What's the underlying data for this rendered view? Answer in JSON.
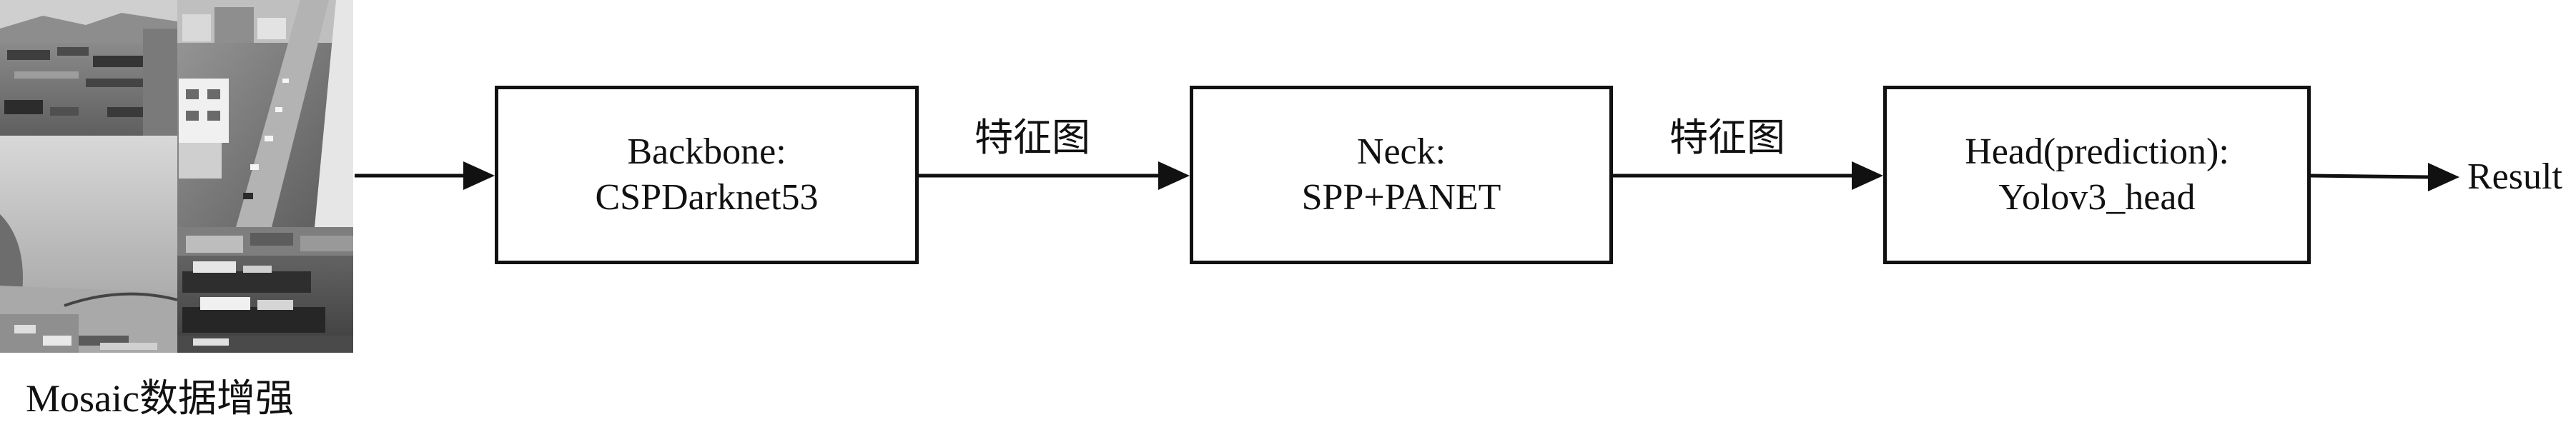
{
  "image": {
    "caption": "Mosaic数据增强"
  },
  "pipeline": {
    "backbone": {
      "line1": "Backbone:",
      "line2": "CSPDarknet53"
    },
    "edge1_label": "特征图",
    "neck": {
      "line1": "Neck:",
      "line2": "SPP+PANET"
    },
    "edge2_label": "特征图",
    "head": {
      "line1": "Head(prediction):",
      "line2": "Yolov3_head"
    },
    "output_label": "Result"
  }
}
